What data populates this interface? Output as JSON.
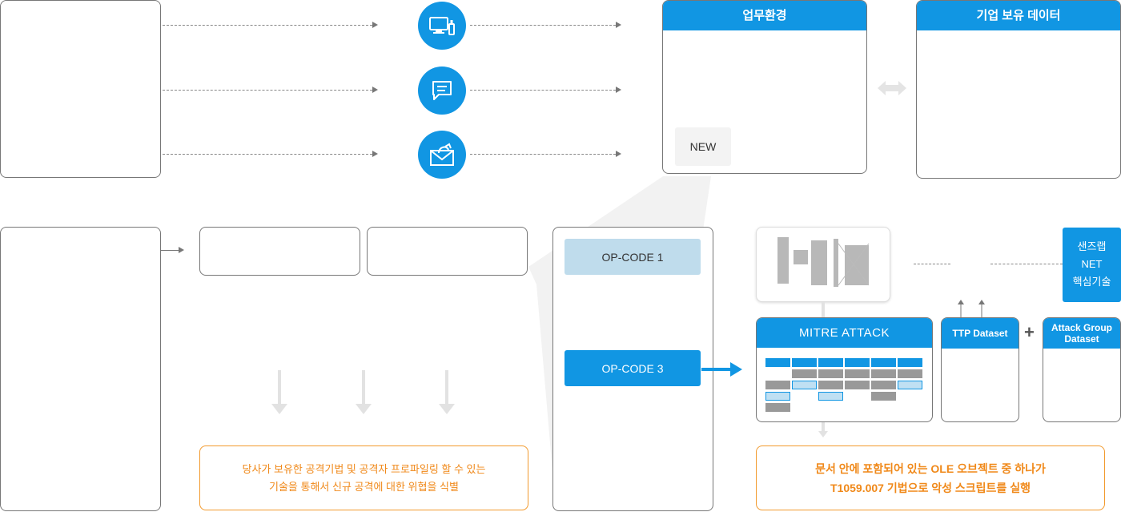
{
  "colors": {
    "accent": "#1196e3",
    "orange": "#f0891a",
    "border": "#777777"
  },
  "icons": {
    "channel_1": "monitor-usb-icon",
    "channel_2": "chat-message-icon",
    "channel_3": "email-attachment-icon"
  },
  "work_env": {
    "title": "업무환경",
    "badge": "NEW"
  },
  "company_data": {
    "title": "기업 보유 데이터"
  },
  "opcodes": {
    "op1": "OP-CODE 1",
    "op3": "OP-CODE 3"
  },
  "mitre": {
    "title": "MITRE ATTACK"
  },
  "ttp": {
    "title": "TTP Dataset"
  },
  "attack_group": {
    "title": "Attack Group Dataset"
  },
  "sandlab": {
    "line1": "샌즈랩",
    "line2": "NET",
    "line3": "핵심기술"
  },
  "plus": "+",
  "left_note": {
    "line1": "당사가 보유한 공격기법 및 공격자 프로파일링 할 수 있는",
    "line2": "기술을 통해서 신규 공격에 대한 위협을 식별"
  },
  "right_note": {
    "line1": "문서 안에 포함되어 있는 OLE 오브젝트 중 하나가",
    "line2": "T1059.007 기법으로 악성 스크립트를 실행"
  }
}
